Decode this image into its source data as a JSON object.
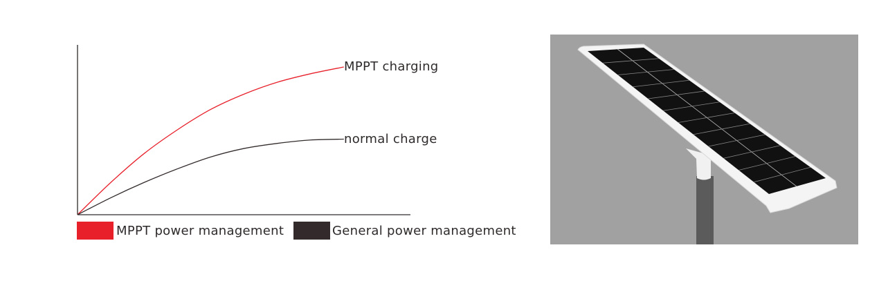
{
  "chart_data": {
    "type": "line",
    "title": "",
    "xlabel": "",
    "ylabel": "",
    "xlim": [
      0,
      10
    ],
    "ylim": [
      0,
      10
    ],
    "grid": false,
    "legend_placement": "bottom",
    "x": [
      0,
      1,
      2,
      3,
      4,
      5,
      6,
      7,
      8
    ],
    "series": [
      {
        "name": "MPPT power management",
        "end_label": "MPPT charging",
        "color": "#e8202a",
        "values": [
          0,
          1.9,
          3.6,
          5.0,
          6.2,
          7.1,
          7.8,
          8.3,
          8.7
        ]
      },
      {
        "name": "General power management",
        "end_label": "normal charge",
        "color": "#332b2b",
        "values": [
          0,
          1.0,
          1.9,
          2.7,
          3.4,
          3.9,
          4.2,
          4.4,
          4.45
        ]
      }
    ]
  },
  "colors": {
    "axis": "#2e2a2a",
    "photo_bg": "#a1a1a1"
  }
}
